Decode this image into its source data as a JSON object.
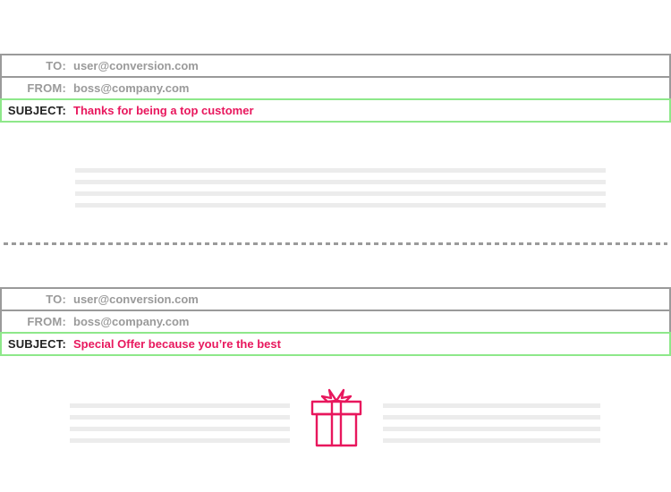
{
  "emails": [
    {
      "to_label": "TO:",
      "to_value": "user@conversion.com",
      "from_label": "FROM:",
      "from_value": "boss@company.com",
      "subject_label": "SUBJECT:",
      "subject_value": "Thanks for being a top customer"
    },
    {
      "to_label": "TO:",
      "to_value": "user@conversion.com",
      "from_label": "FROM:",
      "from_value": "boss@company.com",
      "subject_label": "SUBJECT:",
      "subject_value": "Special Offer because you’re the best"
    }
  ],
  "colors": {
    "subject_text": "#e8175d",
    "subject_border": "#8ee88a",
    "field_border": "#9a9a9a",
    "placeholder_line": "#ececec",
    "gift_icon": "#e8175d"
  },
  "icons": {
    "gift": "gift-icon"
  }
}
